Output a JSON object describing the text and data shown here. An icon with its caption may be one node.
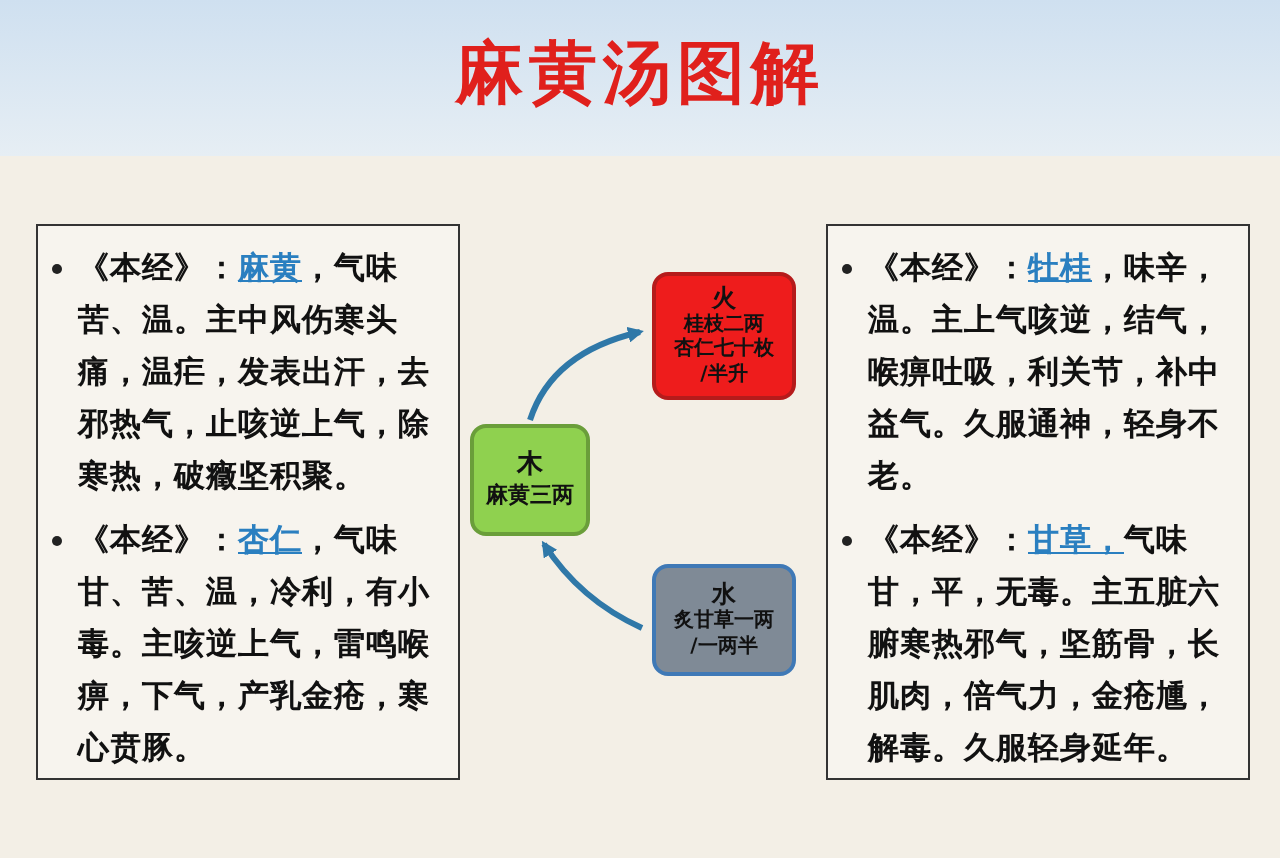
{
  "diagram": {
    "title": "麻黄汤图解",
    "nodes": [
      {
        "text": [
          "《本经》：**麻黄**，气味苦、温。主中风伤寒头痛，温疟，发表出汗，去邪热气，止咳逆上气，除寒热，破癥坚积聚。",
          "《本经》：**杏仁**，气味甘、苦、温，冷利，有小毒。主咳逆上气，雷鸣喉痹，下气，产乳金疮，寒心贲豚。"
        ]
      },
      {
        "text": [
          "木",
          "麻黄三两"
        ]
      },
      {
        "text": [
          "火",
          "桂枝二两",
          "杏仁七十枚",
          "/半升"
        ]
      },
      {
        "text": [
          "水",
          "炙甘草一两",
          "/一两半"
        ]
      },
      {
        "text": [
          "《本经》：**牡桂**，味辛，温。主上气咳逆，结气，喉痹吐吸，利关节，补中益气。久服通神，轻身不老。",
          "《本经》：**甘草，**气味甘，平，无毒。主五脏六腑寒热邪气，坚筋骨，长肌肉，倍气力，金疮尰，解毒。久服轻身延年。"
        ]
      }
    ],
    "edges": [
      {
        "from": 1,
        "to": 2,
        "arrow": "to"
      },
      {
        "from": 3,
        "to": 1,
        "arrow": "to"
      }
    ]
  }
}
